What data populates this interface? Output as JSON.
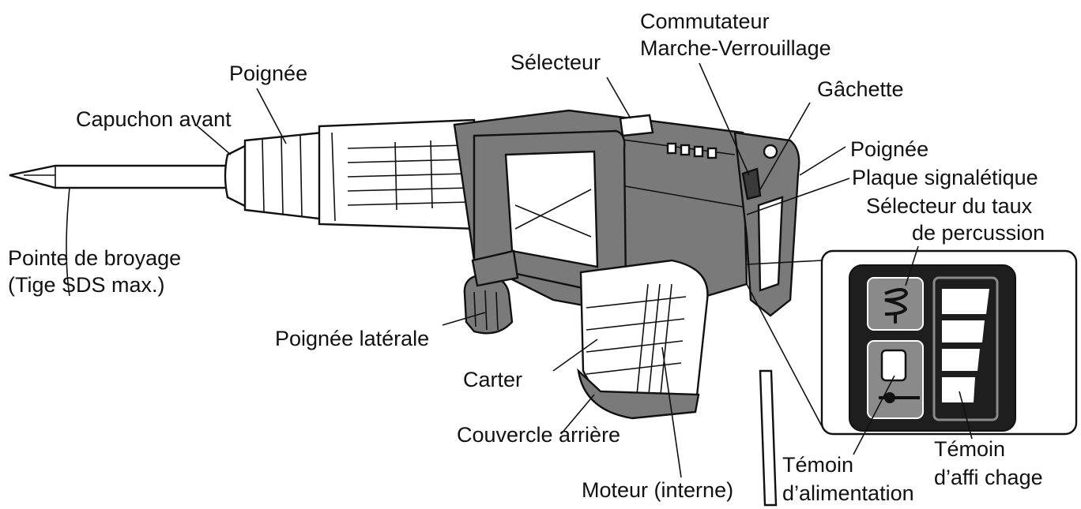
{
  "labels": {
    "commutateur_line1": "Commutateur",
    "commutateur_line2": "Marche-Verrouillage",
    "poignee_top": "Poignée",
    "selecteur": "Sélecteur",
    "gachette": "Gâchette",
    "capuchon_avant": "Capuchon avant",
    "poignee_right": "Poignée",
    "plaque_signaletique": "Plaque signalétique",
    "selecteur_taux_line1": "Sélecteur du taux",
    "selecteur_taux_line2": "de percussion",
    "pointe_line1": "Pointe de broyage",
    "pointe_line2": "(Tige SDS max.)",
    "poignee_laterale": "Poignée latérale",
    "carter": "Carter",
    "couvercle_arriere": "Couvercle arrière",
    "moteur_interne": "Moteur (interne)",
    "temoin_alim_line1": "Témoin",
    "temoin_alim_line2": "d’alimentation",
    "temoin_affichage_line1": "Témoin",
    "temoin_affichage_line2": "d’affi  chage"
  },
  "colors": {
    "ink": "#111111",
    "body_grey": "#7a7a7a",
    "body_dark": "#3a3a3a",
    "panel_black": "#1e1e1e",
    "panel_grey": "#8a8a8a",
    "background": "#ffffff"
  },
  "icons": {
    "percussion_selector": "spiral-drill-icon",
    "power_indicator": "power-plug-icon"
  },
  "display_indicator_segments": 4
}
